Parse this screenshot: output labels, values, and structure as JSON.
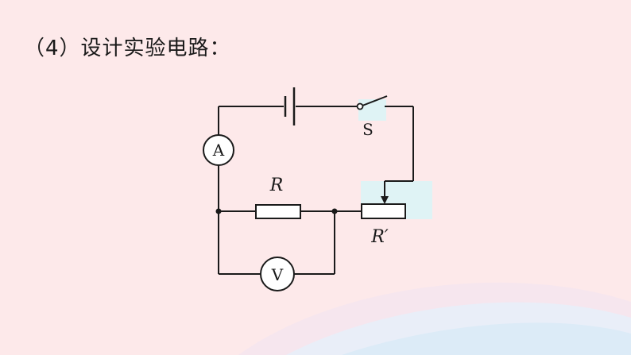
{
  "title": "（4）设计实验电路：",
  "diagram": {
    "ammeter_symbol": "A",
    "voltmeter_symbol": "V",
    "switch_label": "S",
    "resistor_label": "R",
    "rheostat_label": "R′",
    "highlight_color": "#dff3f5",
    "wire_color": "#1a1a1a"
  }
}
